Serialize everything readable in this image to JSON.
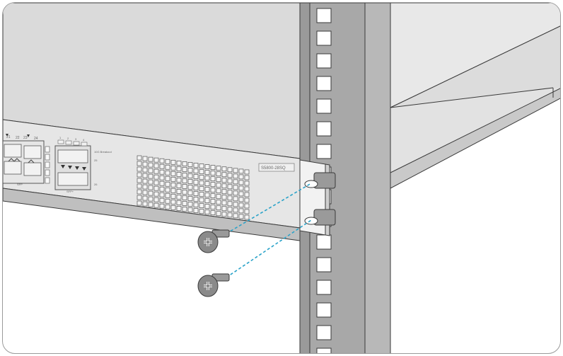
{
  "figure": {
    "model_label": "S5800-28SQ",
    "module_caption": "10G Breakout",
    "top_port_labels": [
      "21",
      "22",
      "23",
      "24"
    ],
    "sfp_group_numbers": [
      "1",
      "2",
      "3",
      "4"
    ],
    "side_port_labels": [
      "25",
      "26"
    ],
    "bottom_caption_left": "SFP",
    "bottom_caption_right": "SFP+"
  },
  "colors": {
    "rack_front": "#9c9c9c",
    "rack_side": "#b8b8b8",
    "switch_top": "#dadada",
    "switch_front": "#e6e6e6",
    "outline": "#3a3a3a",
    "guide_line": "#2aa3c9",
    "screw": "#8a8a8a"
  },
  "parts": {
    "screws": [
      "screw-upper",
      "screw-lower"
    ],
    "bracket": "mounting-bracket",
    "rail": "rack-rail"
  }
}
